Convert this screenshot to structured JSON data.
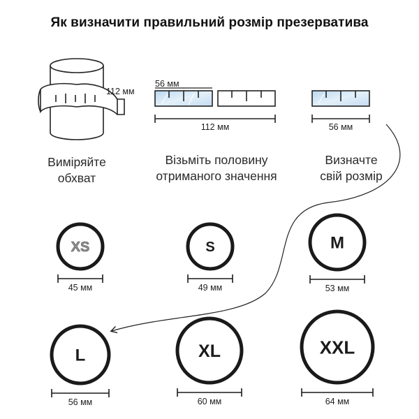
{
  "title": "Як визначити правильний розмір презерватива",
  "steps": {
    "measure": {
      "label_1": "Виміряйте",
      "label_2": "обхват",
      "tape_value": "112 мм"
    },
    "half": {
      "label_1": "Візьміть половину",
      "label_2": "отриманого значення",
      "segment_value": "56 мм",
      "total_value": "112 мм"
    },
    "size": {
      "label_1": "Визначте",
      "label_2": "свій розмір",
      "value": "56 мм"
    }
  },
  "sizes": [
    {
      "name": "XS",
      "width": "45 мм",
      "highlighted": true
    },
    {
      "name": "S",
      "width": "49 мм",
      "highlighted": false
    },
    {
      "name": "M",
      "width": "53 мм",
      "highlighted": false
    },
    {
      "name": "L",
      "width": "56 мм",
      "highlighted": false
    },
    {
      "name": "XL",
      "width": "60 мм",
      "highlighted": false
    },
    {
      "name": "XXL",
      "width": "64 мм",
      "highlighted": false
    }
  ],
  "colors": {
    "ink": "#1a1a1a",
    "tape_fill": "#cfe4f5",
    "xs_fill": "#909090"
  }
}
